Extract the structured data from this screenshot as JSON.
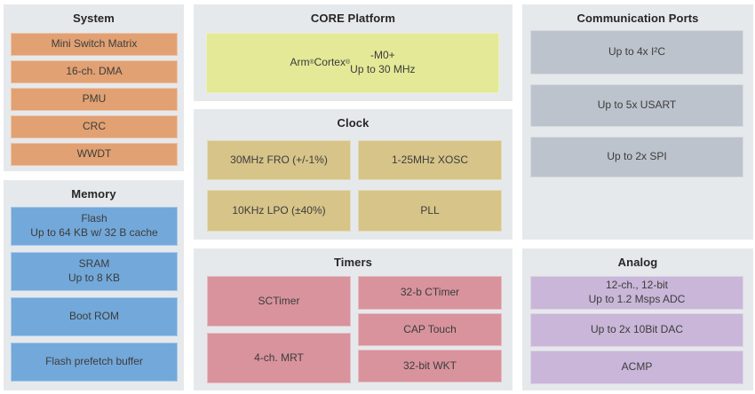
{
  "diagram": {
    "description": "Microcontroller feature block diagram",
    "colors": {
      "canvas_bg": "#ffffff",
      "panel_bg": "#e6e9ec",
      "title_text": "#262626",
      "block_text": "#3c3c3c",
      "system_block": "#e2a173",
      "memory_block": "#73a8da",
      "core_block": "#e3e996",
      "clock_block": "#d7c489",
      "timers_block": "#d8939d",
      "comm_block": "#bdc3cc",
      "analog_block": "#c9b6d8"
    },
    "panels": {
      "system": {
        "title": "System",
        "blocks": [
          "Mini Switch Matrix",
          "16-ch. DMA",
          "PMU",
          "CRC",
          "WWDT"
        ]
      },
      "memory": {
        "title": "Memory",
        "blocks": [
          "Flash\nUp to 64 KB w/ 32 B cache",
          "SRAM\nUp to 8 KB",
          "Boot ROM",
          "Flash prefetch buffer"
        ]
      },
      "core": {
        "title": "CORE Platform",
        "blocks": [
          "Arm<sup>®</sup> Cortex<sup>®</sup>-M0+\nUp to 30 MHz"
        ]
      },
      "clock": {
        "title": "Clock",
        "blocks": [
          "30MHz FRO (+/-1%)",
          "1-25MHz XOSC",
          "10KHz LPO (±40%)",
          "PLL"
        ]
      },
      "timers": {
        "title": "Timers",
        "left_blocks": [
          "SCTimer",
          "4-ch. MRT"
        ],
        "right_blocks": [
          "32-b CTimer",
          "CAP Touch",
          "32-bit WKT"
        ]
      },
      "comm": {
        "title": "Communication Ports",
        "blocks": [
          "Up to 4x I²C",
          "Up to 5x USART",
          "Up to 2x SPI"
        ]
      },
      "analog": {
        "title": "Analog",
        "blocks": [
          "12-ch., 12-bit\nUp to 1.2 Msps ADC",
          "Up to 2x 10Bit DAC",
          "ACMP"
        ]
      }
    }
  }
}
